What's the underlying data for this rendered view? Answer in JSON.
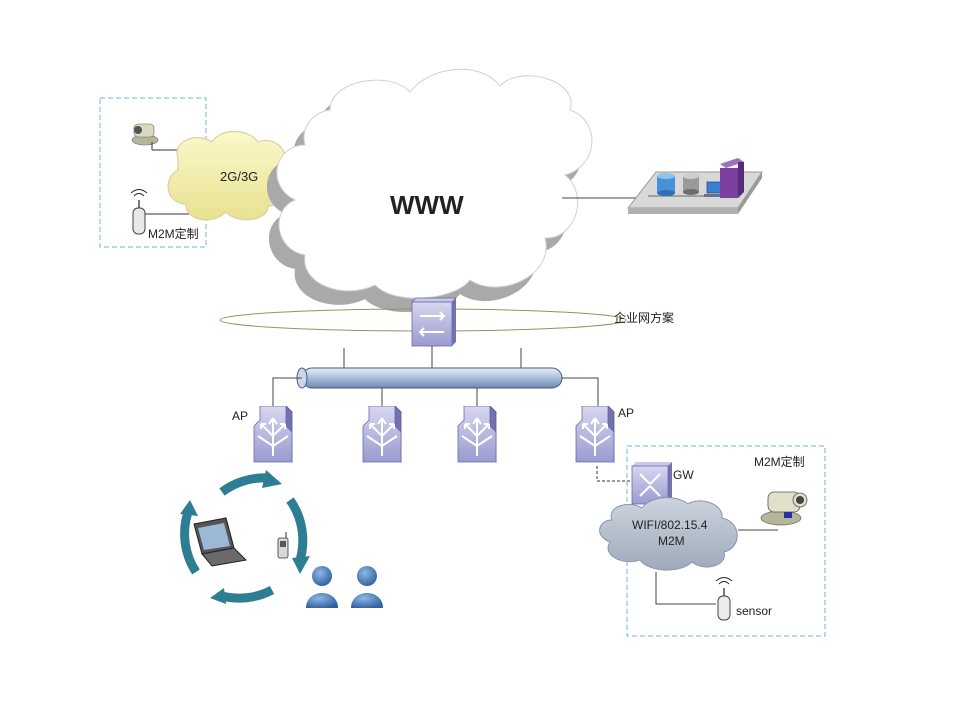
{
  "diagram": {
    "www_cloud_label": "WWW",
    "mobile_cloud_label": "2G/3G",
    "top_left_m2m_label": "M2M定制",
    "enterprise_label": "企业网方案",
    "ap_label_left": "AP",
    "ap_label_right": "AP",
    "gateway_label": "GW",
    "m2m_box_label": "M2M定制",
    "wifi_cloud_line1": "WIFI/802.15.4",
    "wifi_cloud_line2": "M2M",
    "sensor_label": "sensor"
  },
  "colors": {
    "cloud_white": "#ffffff",
    "cloud_shadow": "#a9a9a9",
    "mobile_cloud": "#f2efb0",
    "wifi_cloud": "#b8c2cf",
    "device_purple": "#8e8ec8",
    "backbone_blue": "#b6c8e0",
    "cycle_teal": "#2e7e93",
    "person_blue": "#4f86c6",
    "dashed_box": "#6fb4d8",
    "ellipse_olive": "#8a9a5b"
  }
}
